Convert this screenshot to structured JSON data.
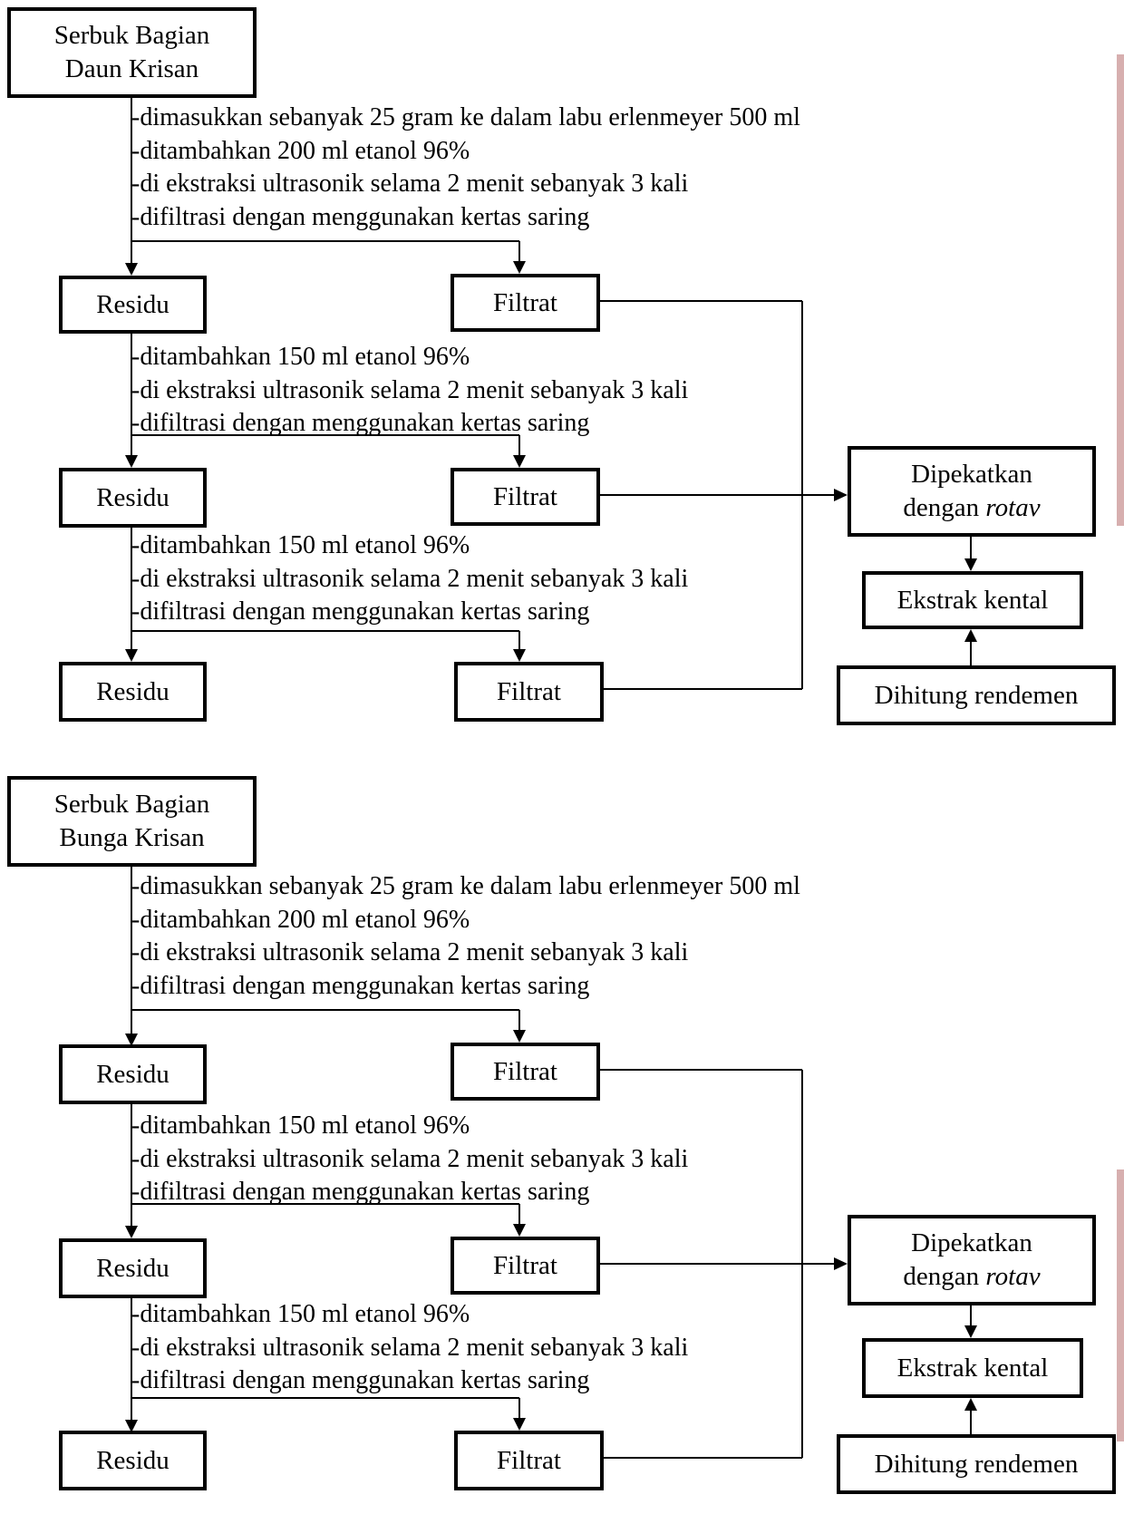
{
  "diagrams": [
    {
      "source_line1": "Serbuk Bagian",
      "source_line2": "Daun Krisan",
      "step_group_1": [
        "-dimasukkan sebanyak 25 gram ke dalam labu erlenmeyer 500 ml",
        "-ditambahkan 200 ml etanol 96%",
        "-di ekstraksi ultrasonik selama 2 menit sebanyak 3 kali",
        "-difiltrasi dengan menggunakan kertas saring"
      ],
      "step_group_2": [
        "-ditambahkan 150 ml etanol 96%",
        "-di ekstraksi ultrasonik selama 2 menit sebanyak 3 kali",
        "-difiltrasi dengan menggunakan kertas saring"
      ],
      "step_group_3": [
        "-ditambahkan 150 ml etanol 96%",
        "-di ekstraksi ultrasonik selama 2 menit sebanyak 3 kali",
        "-difiltrasi dengan menggunakan kertas saring"
      ],
      "residu_label": "Residu",
      "filtrat_label": "Filtrat",
      "concentrate_line1": "Dipekatkan",
      "concentrate_line2_prefix": "dengan ",
      "concentrate_line2_italic": "rotav",
      "extract_label": "Ekstrak kental",
      "yield_label": "Dihitung rendemen"
    },
    {
      "source_line1": "Serbuk Bagian",
      "source_line2": "Bunga Krisan",
      "step_group_1": [
        "-dimasukkan sebanyak 25 gram ke dalam labu erlenmeyer 500 ml",
        "-ditambahkan 200 ml etanol 96%",
        "-di ekstraksi ultrasonik selama 2 menit sebanyak 3 kali",
        "-difiltrasi dengan menggunakan kertas saring"
      ],
      "step_group_2": [
        "-ditambahkan 150 ml etanol 96%",
        "-di ekstraksi ultrasonik selama 2 menit sebanyak 3 kali",
        "-difiltrasi dengan menggunakan kertas saring"
      ],
      "step_group_3": [
        "-ditambahkan 150 ml etanol 96%",
        "-di ekstraksi ultrasonik selama 2 menit sebanyak 3 kali",
        "-difiltrasi dengan menggunakan kertas saring"
      ],
      "residu_label": "Residu",
      "filtrat_label": "Filtrat",
      "concentrate_line1": "Dipekatkan",
      "concentrate_line2_prefix": "dengan ",
      "concentrate_line2_italic": "rotav",
      "extract_label": "Ekstrak kental",
      "yield_label": "Dihitung rendemen"
    }
  ]
}
